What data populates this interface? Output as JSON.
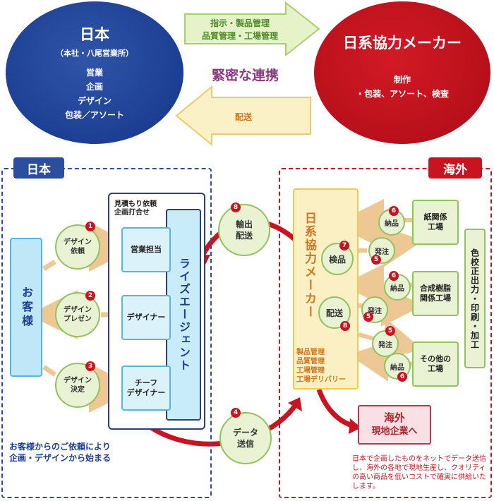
{
  "top": {
    "japan": {
      "title": "日本",
      "subtitle": "（本社・八尾営業所）",
      "lines": [
        "営業",
        "企画",
        "デザイン",
        "包装／アソート"
      ]
    },
    "maker": {
      "title": "日系協力メーカー",
      "lines": [
        "制作",
        "・包装、アソート、検査"
      ]
    },
    "arrow_right": [
      "指示・製品管理",
      "品質管理・工場管理"
    ],
    "middle_label": "緊密な連携",
    "arrow_left": "配送"
  },
  "sections": {
    "japan": "日本",
    "overseas": "海外"
  },
  "japan_side": {
    "customer": "お客様",
    "steps": [
      {
        "num": "1",
        "label_1": "デザイン",
        "label_2": "依頼"
      },
      {
        "num": "2",
        "label_1": "デザイン",
        "label_2": "プレゼン"
      },
      {
        "num": "3",
        "label_1": "デザイン",
        "label_2": "決定"
      }
    ],
    "rises_header_1": "見積もり依頼",
    "rises_header_2": "企画打合せ",
    "rises_name": "ライズエージェント",
    "roles": {
      "sales": "営業担当",
      "designer": "デザイナー",
      "chief_1": "チーフ",
      "chief_2": "デザイナー"
    },
    "note_1": "お客様からのご依頼により",
    "note_2": "企画・デザインから始まる"
  },
  "transfer": {
    "export": {
      "num": "8",
      "label_1": "輸出",
      "label_2": "配送"
    },
    "data": {
      "num": "4",
      "label_1": "データ",
      "label_2": "送信"
    }
  },
  "overseas_side": {
    "maker_title": "日系協力メーカー",
    "inspect": {
      "label": "検品",
      "num": "7"
    },
    "deliver": {
      "label": "配送",
      "num": "8"
    },
    "maker_lines": [
      "製品管理",
      "品質管理",
      "工場管理",
      "工場デリバリー"
    ],
    "factories": [
      {
        "line_1": "紙関係",
        "line_2": "工場"
      },
      {
        "line_1": "合成樹脂",
        "line_2": "関係工場"
      },
      {
        "line_1": "その他の",
        "line_2": "工場"
      }
    ],
    "delivery_label": "納品",
    "order_label": "発注",
    "print_col": "色校正出力・印刷・加工",
    "local_1": "海外",
    "local_2": "現地企業へ",
    "note": "日本で企画したものをネットでデータ送信し、海外の各地で現地生産し、クオリティの高い商品を低いコストで確実に供給いたします。"
  },
  "colors": {
    "japan_blue": "#1d3f93",
    "maker_red": "#b8101b",
    "arrow_green": "#4f8b2a",
    "arrow_orange": "#d2751d",
    "close_coop_purple": "#8b3a7e",
    "circle_green": "#e9f3d4",
    "number_red": "#c81420"
  }
}
